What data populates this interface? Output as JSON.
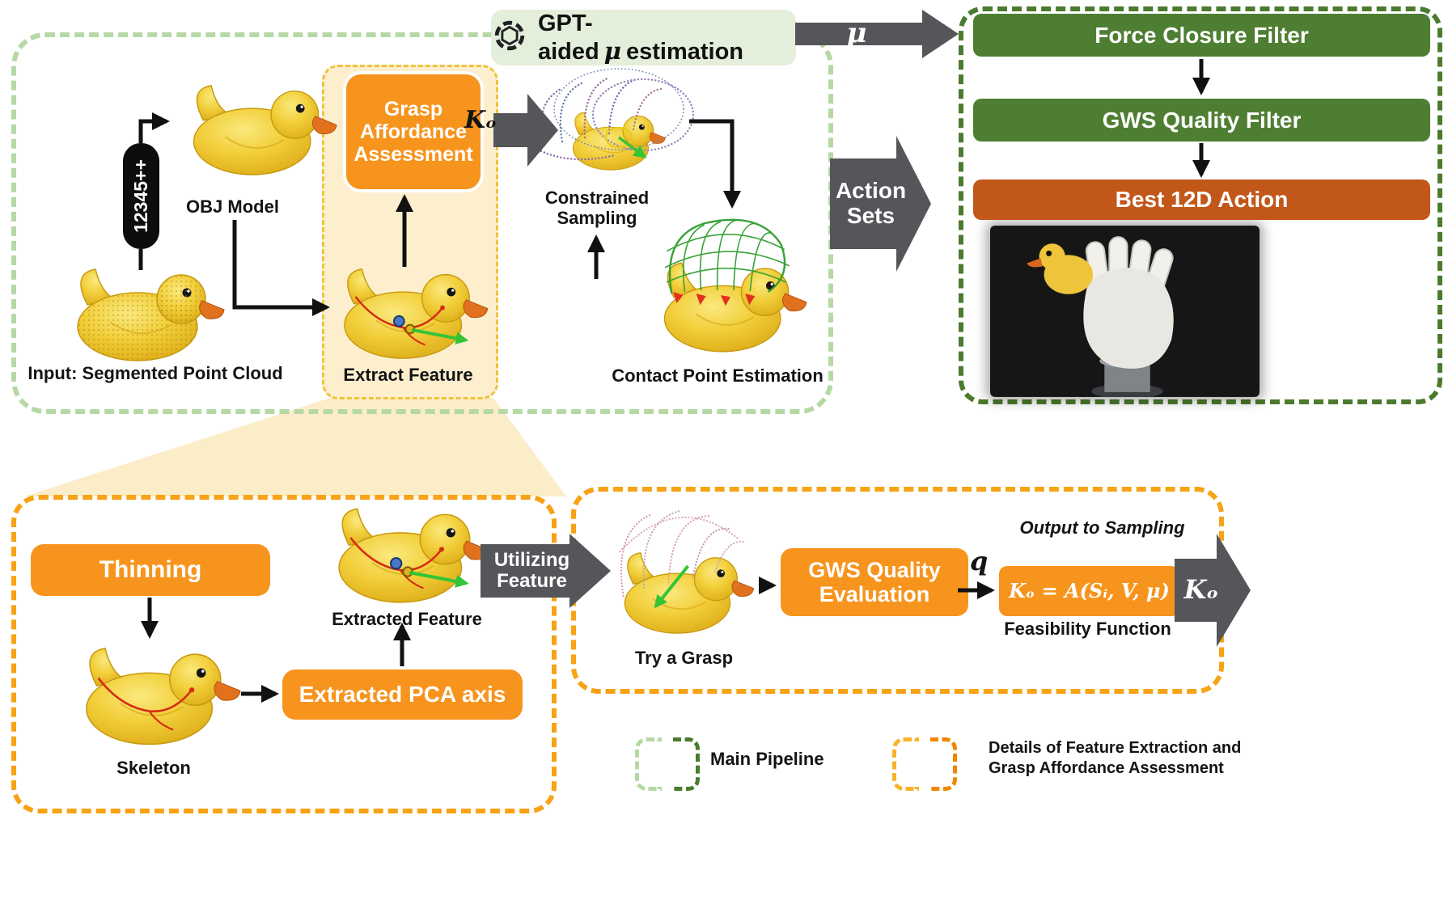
{
  "gpt": {
    "prefix": "GPT-aided",
    "mu": "μ",
    "suffix": "estimation"
  },
  "mu_arrow": {
    "label": "μ"
  },
  "filter_panel": {
    "force_closure": "Force Closure Filter",
    "gws_quality": "GWS Quality Filter",
    "best_action": "Best 12D Action"
  },
  "pipeline": {
    "input_caption": "Input: Segmented Point Cloud",
    "model_ids": "12345++",
    "obj_caption": "OBJ Model",
    "grasp_affordance_button": "Grasp Affordance Assessment",
    "ko_symbol": "Kₒ",
    "sampling_caption": "Constrained Sampling",
    "extract_caption": "Extract Feature",
    "contact_caption": "Contact Point Estimation",
    "action_sets_label": "Action Sets"
  },
  "feature_detail": {
    "thinning_button": "Thinning",
    "skeleton_caption": "Skeleton",
    "pca_button": "Extracted PCA axis",
    "feature_caption": "Extracted Feature",
    "utilizing_label": "Utilizing Feature"
  },
  "affordance_detail": {
    "try_caption": "Try a Grasp",
    "gws_button": "GWS Quality Evaluation",
    "q_symbol": "q",
    "formula": "Kₒ = A(Sᵢ, V, μ)",
    "feasibility_caption": "Feasibility Function",
    "output_note": "Output to Sampling",
    "ko_out": "Kₒ"
  },
  "legend": {
    "main_label": "Main Pipeline",
    "detail_label": "Details of Feature Extraction and Grasp Affordance Assessment"
  },
  "colors": {
    "orange": "#f7941d",
    "green_button": "#4e7e32",
    "best_action_brown": "#c2571a",
    "arrow_gray": "#55565a",
    "main_border_green": "#b5d8a5",
    "filter_border_green": "#4b7b2d",
    "detail_border_orange": "#f7a315",
    "gpt_pill_bg": "#e4efdb",
    "sub_panel_yellow": "#fdefce"
  }
}
